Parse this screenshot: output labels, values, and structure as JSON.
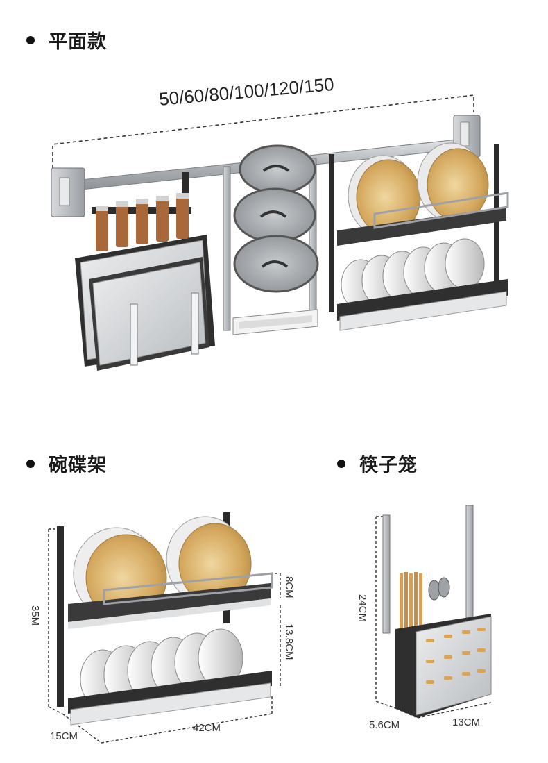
{
  "sections": {
    "flat": {
      "title": "平面款",
      "width_options": "50/60/80/100/120/150"
    },
    "dish_rack": {
      "title": "碗碟架",
      "dims": {
        "height": "35M",
        "upper_gap": "8CM",
        "tier_gap": "13.8CM",
        "depth": "15CM",
        "width": "42CM"
      }
    },
    "chopstick_cage": {
      "title": "筷子笼",
      "dims": {
        "height": "24CM",
        "depth": "5.6CM",
        "width": "13CM"
      }
    }
  },
  "colors": {
    "steel": "#b8bcc0",
    "steel_dark": "#7d8185",
    "black_frame": "#2b2b2b",
    "wood": "#a8683a",
    "plate_gold": "#d9b06a",
    "bowl": "#e9e9e9"
  }
}
